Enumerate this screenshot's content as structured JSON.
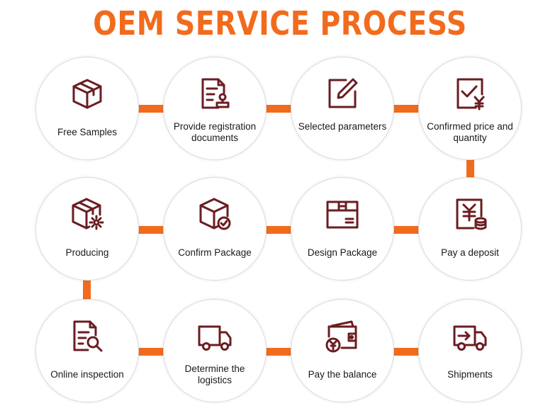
{
  "title": "OEM SERVICE PROCESS",
  "colors": {
    "accent": "#f26b1d",
    "icon": "#6b1d22",
    "circle_border": "#dcdcdc"
  },
  "steps": [
    {
      "label": "Free Samples",
      "icon": "box-icon"
    },
    {
      "label": "Provide registration documents",
      "icon": "document-stamp-icon"
    },
    {
      "label": "Selected parameters",
      "icon": "edit-icon"
    },
    {
      "label": "Confirmed price and quantity",
      "icon": "price-check-icon"
    },
    {
      "label": "Pay a deposit",
      "icon": "yen-coins-icon"
    },
    {
      "label": "Design Package",
      "icon": "package-design-icon"
    },
    {
      "label": "Confirm Package",
      "icon": "box-check-icon"
    },
    {
      "label": "Producing",
      "icon": "box-gear-icon"
    },
    {
      "label": "Online inspection",
      "icon": "document-search-icon"
    },
    {
      "label": "Determine the logistics",
      "icon": "truck-icon"
    },
    {
      "label": "Pay the balance",
      "icon": "wallet-yen-icon"
    },
    {
      "label": "Shipments",
      "icon": "delivery-truck-icon"
    }
  ]
}
